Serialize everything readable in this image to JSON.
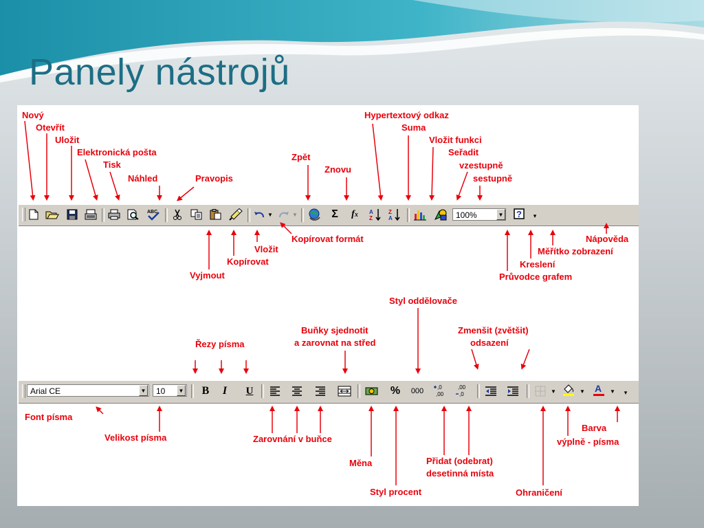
{
  "slide": {
    "title": "Panely nástrojů"
  },
  "standard_toolbar": {
    "zoom_value": "100%",
    "annotations": {
      "novy": "Nový",
      "otevrit": "Otevřít",
      "ulozit": "Uložit",
      "email": "Elektronická pošta",
      "tisk": "Tisk",
      "nahled": "Náhled",
      "pravopis": "Pravopis",
      "zpet": "Zpět",
      "znovu": "Znovu",
      "hypertext": "Hypertextový odkaz",
      "suma": "Suma",
      "vlozit_funkci": "Vložit funkci",
      "seradit": "Seřadit",
      "vzestupne": "vzestupně",
      "sestupne": "sestupně",
      "vyjmout": "Vyjmout",
      "kopirovat": "Kopírovat",
      "vlozit": "Vložit",
      "kopirovat_format": "Kopírovat formát",
      "pruvodce": "Průvodce grafem",
      "kresleni": "Kreslení",
      "meritko": "Měřítko zobrazení",
      "napoveda": "Nápověda"
    }
  },
  "format_toolbar": {
    "font_value": "Arial CE",
    "size_value": "10",
    "bold_label": "B",
    "italic_label": "I",
    "underline_label": "U",
    "percent_label": "%",
    "thousands_label": "000",
    "annotations": {
      "styl_oddelovace": "Styl oddělovače",
      "bunky1": "Buňky sjednotit",
      "bunky2": "a zarovnat na střed",
      "zmensit1": "Zmenšit (zvětšit)",
      "zmensit2": "odsazení",
      "rezy": "Řezy písma",
      "font": "Font písma",
      "velikost": "Velikost písma",
      "zarovnani": "Zarovnání v buňce",
      "mena": "Měna",
      "styl_procent": "Styl procent",
      "pridat1": "Přidat (odebrat)",
      "pridat2": "desetinná místa",
      "ohraniceni": "Ohraničení",
      "barva": "Barva",
      "vyplne": "výplně - písma"
    }
  },
  "colors": {
    "annotation": "#e8000b",
    "title": "#1d6e84",
    "toolbar": "#d4d0c8"
  },
  "icons": [
    "new-doc-icon",
    "open-folder-icon",
    "save-icon",
    "email-icon",
    "print-icon",
    "preview-icon",
    "spelling-icon",
    "cut-icon",
    "copy-icon",
    "paste-icon",
    "format-painter-icon",
    "undo-icon",
    "redo-icon",
    "hyperlink-icon",
    "sum-icon",
    "function-icon",
    "sort-asc-icon",
    "sort-desc-icon",
    "chart-wizard-icon",
    "drawing-icon",
    "help-icon",
    "currency-icon",
    "borders-icon",
    "fill-color-icon",
    "font-color-icon"
  ]
}
